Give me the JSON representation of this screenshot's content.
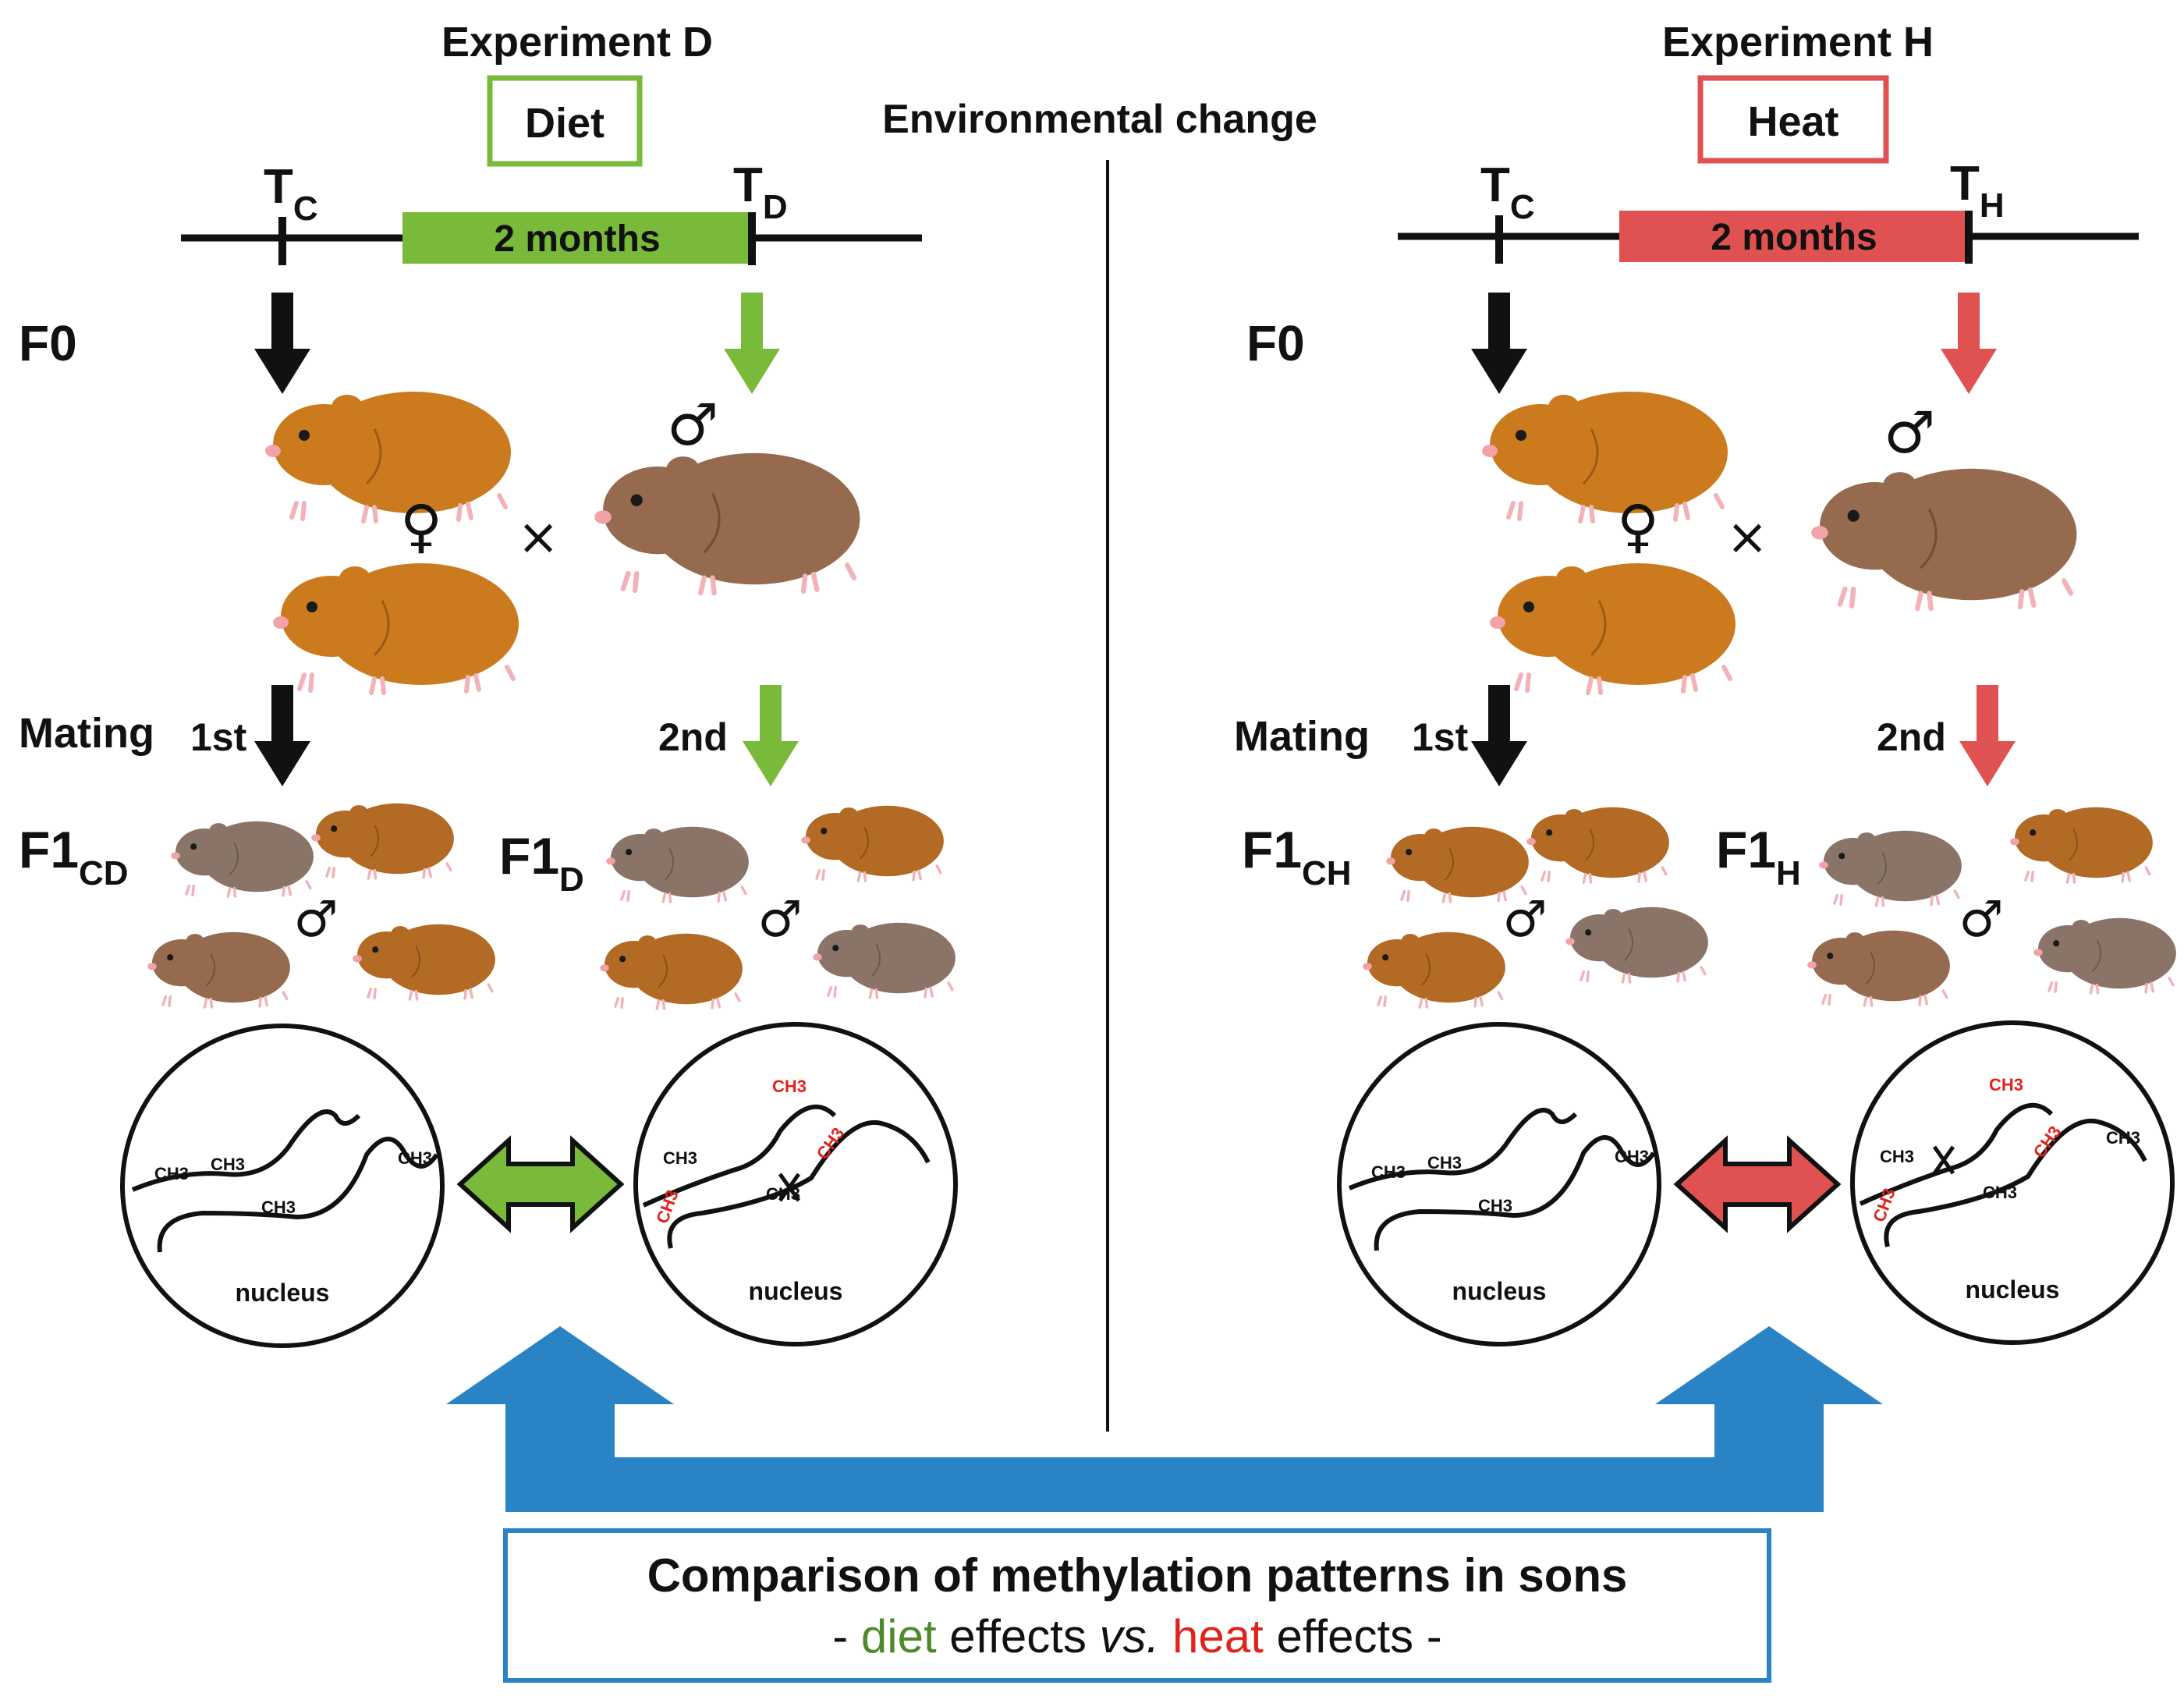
{
  "center": {
    "environmental_change": "Environmental change"
  },
  "colors": {
    "diet": "#7aba3a",
    "heat": "#e05252",
    "comparison": "#2a83c5",
    "hamster_orange": "#cc7a1e",
    "hamster_brown": "#966a4e",
    "hamster_grey": "#8a7468",
    "methyl_red": "#e0241c"
  },
  "experiments": [
    {
      "title": "Experiment D",
      "condition": "Diet",
      "timeline": {
        "start": "T",
        "start_sub": "C",
        "duration": "2 months",
        "end": "T",
        "end_sub": "D"
      },
      "f0": "F0",
      "female_symbol": "♀",
      "male_symbol": "♂",
      "cross": "×",
      "mating": "Mating",
      "first": "1st",
      "second": "2nd",
      "f1_control": {
        "main": "F1",
        "sub": "CD"
      },
      "f1_treated": {
        "main": "F1",
        "sub": "D"
      },
      "nucleus_label": "nucleus",
      "methyl_label": "CH3"
    },
    {
      "title": "Experiment H",
      "condition": "Heat",
      "timeline": {
        "start": "T",
        "start_sub": "C",
        "duration": "2 months",
        "end": "T",
        "end_sub": "H"
      },
      "f0": "F0",
      "female_symbol": "♀",
      "male_symbol": "♂",
      "cross": "×",
      "mating": "Mating",
      "first": "1st",
      "second": "2nd",
      "f1_control": {
        "main": "F1",
        "sub": "CH"
      },
      "f1_treated": {
        "main": "F1",
        "sub": "H"
      },
      "nucleus_label": "nucleus",
      "methyl_label": "CH3"
    }
  ],
  "comparison": {
    "line1": "Comparison of methylation patterns in sons",
    "line2_prefix": "- ",
    "line2_diet": "diet",
    "line2_mid1": " effects ",
    "line2_vs": "vs.",
    "line2_mid2": " ",
    "line2_heat": "heat",
    "line2_suffix": " effects -"
  }
}
